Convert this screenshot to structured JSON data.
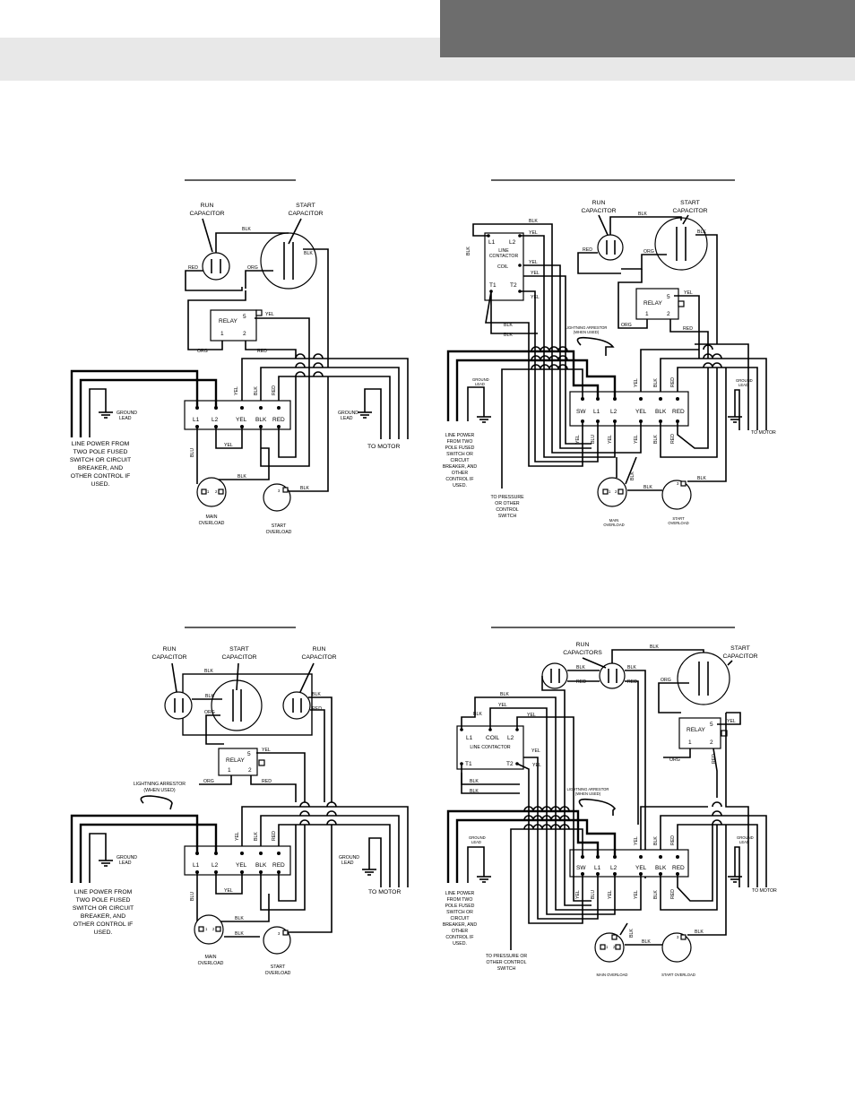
{
  "terminals": {
    "l1": "L1",
    "l2": "L2",
    "yel": "YEL",
    "blk": "BLK",
    "red": "RED",
    "sw": "SW",
    "relay": "RELAY",
    "r1": "1",
    "r2": "2",
    "r5": "5",
    "coil": "COIL",
    "t1": "T1",
    "t2": "T2",
    "one": "1",
    "two": "2",
    "three": "3"
  },
  "wires": {
    "blk": "BLK",
    "yel": "YEL",
    "red": "RED",
    "org": "ORG",
    "blu": "BLU"
  },
  "labels": {
    "run_cap_1": "RUN",
    "run_cap_2": "CAPACITOR",
    "start_cap_1": "START",
    "start_cap_2": "CAPACITOR",
    "run_caps_1": "RUN",
    "run_caps_2": "CAPACITORS",
    "ground_1": "GROUND",
    "ground_2": "LEAD",
    "to_motor": "TO MOTOR",
    "main_ol_1": "MAIN",
    "main_ol_2": "OVERLOAD",
    "start_ol_1": "START",
    "start_ol_2": "OVERLOAD",
    "main_ol_one": "MAIN OVERLOAD",
    "start_ol_one": "START OVERLOAD",
    "lp_wide_1": "LINE POWER FROM",
    "lp_wide_2": "TWO POLE FUSED",
    "lp_wide_3": "SWITCH OR CIRCUIT",
    "lp_wide_4": "BREAKER, AND",
    "lp_wide_5": "OTHER CONTROL IF",
    "lp_wide_6": "USED.",
    "lp_narrow_1": "LINE POWER",
    "lp_narrow_2": "FROM TWO",
    "lp_narrow_3": "POLE FUSED",
    "lp_narrow_4": "SWITCH OR",
    "lp_narrow_5": "CIRCUIT",
    "lp_narrow_6": "BREAKER, AND",
    "lp_narrow_7": "OTHER",
    "lp_narrow_8": "CONTROL IF",
    "lp_narrow_9": "USED.",
    "lc_line": "LINE",
    "lc_contactor": "CONTACTOR",
    "lc_full": "LINE CONTACTOR",
    "la_1": "LIGHTNING ARRESTOR",
    "la_2": "(WHEN USED)",
    "ps_a1": "TO PRESSURE",
    "ps_a2": "OR OTHER",
    "ps_a3": "CONTROL",
    "ps_a4": "SWITCH",
    "ps_b1": "TO PRESSURE OR",
    "ps_b2": "OTHER CONTROL",
    "ps_b3": "SWITCH"
  }
}
